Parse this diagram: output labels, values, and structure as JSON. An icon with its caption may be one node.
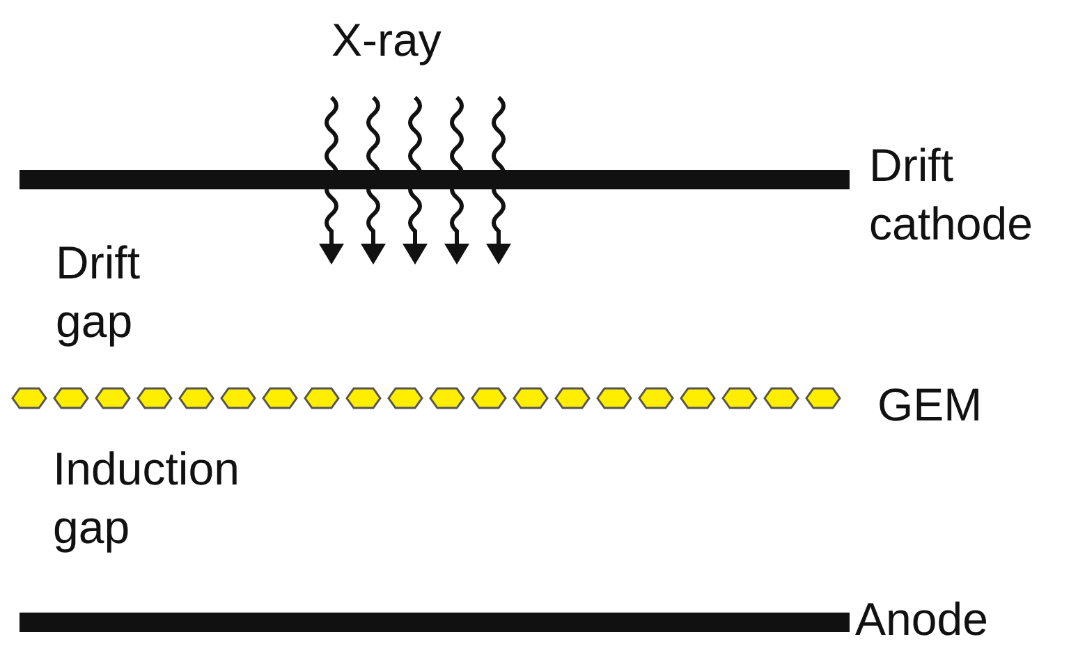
{
  "diagram": {
    "labels": [
      "X-ray",
      "Drift cathode",
      "Drift gap",
      "GEM",
      "Induction gap",
      "Anode"
    ]
  }
}
